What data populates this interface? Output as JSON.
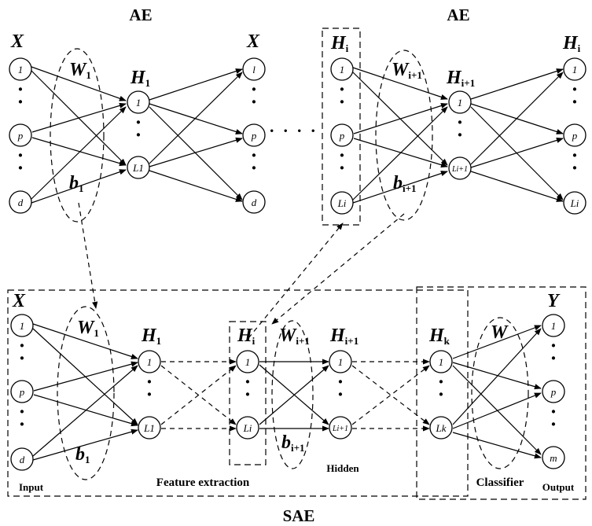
{
  "titles": {
    "top_left": "AE",
    "top_right": "AE",
    "bottom": "SAE"
  },
  "ae1": {
    "input_label": "X",
    "weight_label": "W",
    "weight_sub": "1",
    "bias_label": "b",
    "bias_sub": "1",
    "hidden_label": "H",
    "hidden_sub": "1",
    "output_label": "X",
    "input_nodes": [
      "1",
      "p",
      "d"
    ],
    "hidden_nodes": [
      "1",
      "L1"
    ],
    "output_nodes": [
      "l",
      "p",
      "d"
    ]
  },
  "ae2": {
    "input_label": "H",
    "input_sub": "i",
    "weight_label": "W",
    "weight_sub": "i+1",
    "bias_label": "b",
    "bias_sub": "i+1",
    "hidden_label": "H",
    "hidden_sub": "i+1",
    "output_label": "H",
    "output_sub": "i",
    "input_nodes": [
      "1",
      "p",
      "Li"
    ],
    "hidden_nodes": [
      "1",
      "Li+1"
    ],
    "output_nodes": [
      "1",
      "p",
      "Li"
    ]
  },
  "sae": {
    "input_label": "X",
    "w1_label": "W",
    "w1_sub": "1",
    "b1_label": "b",
    "b1_sub": "1",
    "h1_label": "H",
    "h1_sub": "1",
    "hi_label": "H",
    "hi_sub": "i",
    "wi_label": "W",
    "wi_sub": "i+1",
    "bi_label": "b",
    "bi_sub": "i+1",
    "hi1_label": "H",
    "hi1_sub": "i+1",
    "hk_label": "H",
    "hk_sub": "k",
    "w_label": "W",
    "output_label": "Y",
    "input_nodes": [
      "1",
      "p",
      "d"
    ],
    "h1_nodes": [
      "1",
      "L1"
    ],
    "hi_nodes": [
      "1",
      "Li"
    ],
    "hi1_nodes": [
      "1",
      "Li+1"
    ],
    "hk_nodes": [
      "1",
      "Lk"
    ],
    "output_nodes": [
      "1",
      "p",
      "m"
    ],
    "captions": {
      "input": "Input",
      "feature": "Feature extraction",
      "hidden": "Hidden",
      "classifier": "Classifier",
      "output": "Output"
    }
  }
}
